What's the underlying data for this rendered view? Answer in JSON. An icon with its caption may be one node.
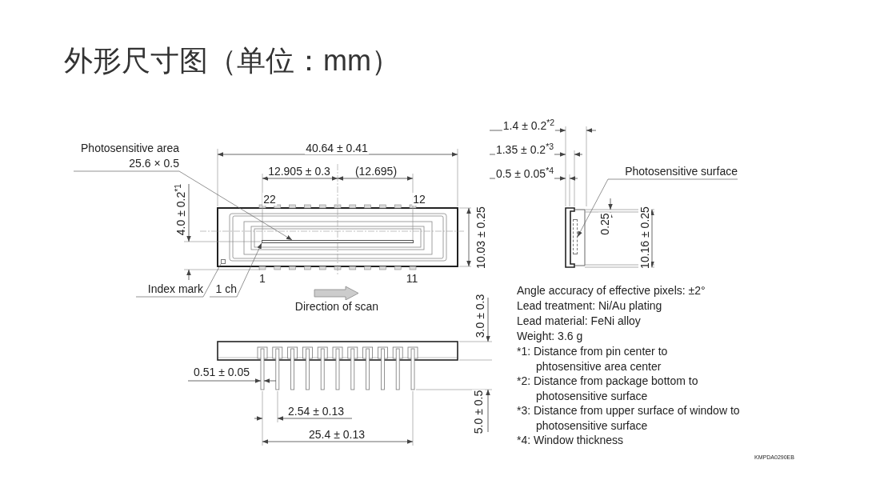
{
  "diagram": {
    "title": "外形尺寸图（单位：mm）",
    "nodes": [
      {
        "text": [
          "Photosensitive area",
          "25.6 × 0.5"
        ]
      },
      {
        "text": [],
        "shape": "bar"
      },
      {
        "text": [
          "Index mark"
        ]
      },
      {
        "text": [],
        "shape": "box"
      },
      {
        "text": [
          "1 ch"
        ]
      },
      {
        "text": [
          "Photosensitive surface"
        ]
      },
      {
        "text": [],
        "shape": "box"
      }
    ],
    "edges": [
      {
        "from": 0,
        "to": 1,
        "arrow": "to"
      },
      {
        "from": 2,
        "to": 3,
        "arrow": "none"
      },
      {
        "from": 4,
        "to": 1,
        "arrow": "to"
      },
      {
        "from": 5,
        "to": 6,
        "arrow": "to"
      }
    ],
    "labels": [
      "40.64 ± 0.41",
      "12.905 ± 0.3",
      "(12.695)",
      "22",
      "12",
      "4.0 ± 0.2$^{*1}$",
      "10.03 ± 0.25",
      "1",
      "11",
      "Direction of scan",
      "1.4 ± 0.2$^{*2}$",
      "1.35 ± 0.2$^{*3}$",
      "0.5 ± 0.05$^{*4}$",
      "0.25",
      "10.16 ± 0.25",
      "3.0 ± 0.3",
      "0.51 ± 0.05",
      "5.0 ± 0.5",
      "2.54 ± 0.13",
      "25.4 ± 0.13",
      "Angle accuracy of effective pixels: ±2°",
      "Lead treatment: Ni/Au plating",
      "Lead material: FeNi alloy",
      "Weight: 3.6 g",
      "*1: Distance from pin center to phtosensitive area center",
      "*2: Distance from package bottom to photosensitive surface",
      "*3: Distance from upper surface of window to photosensitive surface",
      "*4: Window thickness",
      "KMPDA0290EB"
    ]
  }
}
